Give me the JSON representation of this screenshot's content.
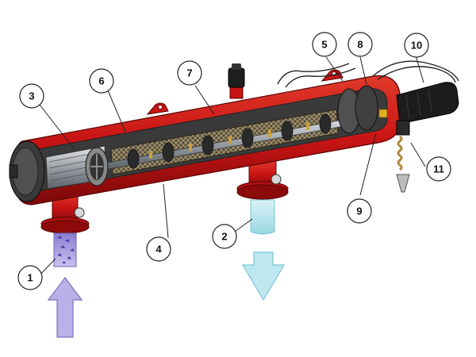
{
  "callouts": [
    {
      "id": "1",
      "label": "1"
    },
    {
      "id": "2",
      "label": "2"
    },
    {
      "id": "3",
      "label": "3"
    },
    {
      "id": "4",
      "label": "4"
    },
    {
      "id": "5",
      "label": "5"
    },
    {
      "id": "6",
      "label": "6"
    },
    {
      "id": "7",
      "label": "7"
    },
    {
      "id": "8",
      "label": "8"
    },
    {
      "id": "9",
      "label": "9"
    },
    {
      "id": "10",
      "label": "10"
    },
    {
      "id": "11",
      "label": "11"
    }
  ],
  "colors": {
    "body_red": "#c81414",
    "body_dark_red": "#8c0a0a",
    "steel": "#9aa0a6",
    "steel_dark": "#4a4f55",
    "inlet_flow": "#9d90d8",
    "outlet_flow": "#a9e0ea",
    "callout_stroke": "#222222"
  }
}
